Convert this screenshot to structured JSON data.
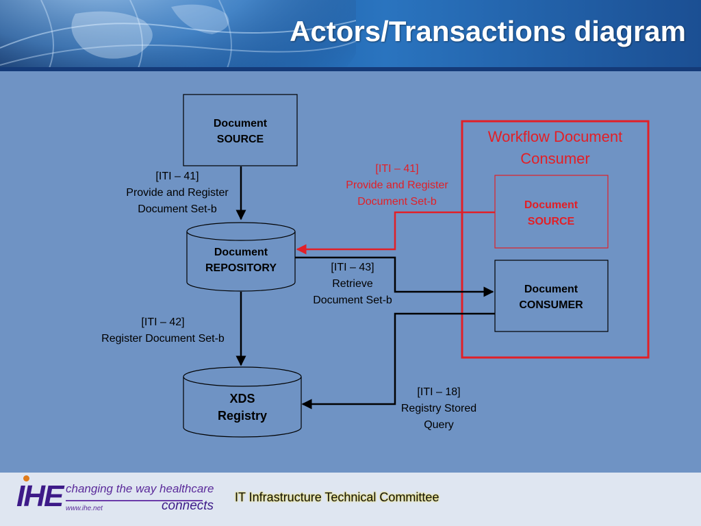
{
  "title": "Actors/Transactions diagram",
  "actors": {
    "source": {
      "line1": "Document",
      "line2": "SOURCE"
    },
    "repository": {
      "line1": "Document",
      "line2": "REPOSITORY"
    },
    "registry": {
      "line1": "XDS",
      "line2": "Registry"
    },
    "wf_source": {
      "line1": "Document",
      "line2": "SOURCE"
    },
    "consumer": {
      "line1": "Document",
      "line2": "CONSUMER"
    }
  },
  "workflow_group": {
    "line1": "Workflow Document",
    "line2": "Consumer"
  },
  "transactions": {
    "iti41": {
      "line1": "[ITI – 41]",
      "line2": "Provide and Register",
      "line3": "Document  Set-b"
    },
    "iti41_red": {
      "line1": "[ITI – 41]",
      "line2": "Provide and Register",
      "line3": "Document  Set-b"
    },
    "iti43": {
      "line1": "[ITI – 43]",
      "line2": "Retrieve",
      "line3": "Document  Set-b"
    },
    "iti42": {
      "line1": "[ITI – 42]",
      "line2": "Register Document  Set-b"
    },
    "iti18": {
      "line1": "[ITI – 18]",
      "line2": "Registry Stored",
      "line3": "Query"
    }
  },
  "footer": {
    "logo": "IHE",
    "tagline": "changing the way healthcare",
    "connects": "connects",
    "url": "www.ihe.net",
    "committee": "IT Infrastructure Technical Committee"
  },
  "colors": {
    "accent_red": "#e21f26",
    "background": "#6f93c4",
    "line": "#000000"
  }
}
